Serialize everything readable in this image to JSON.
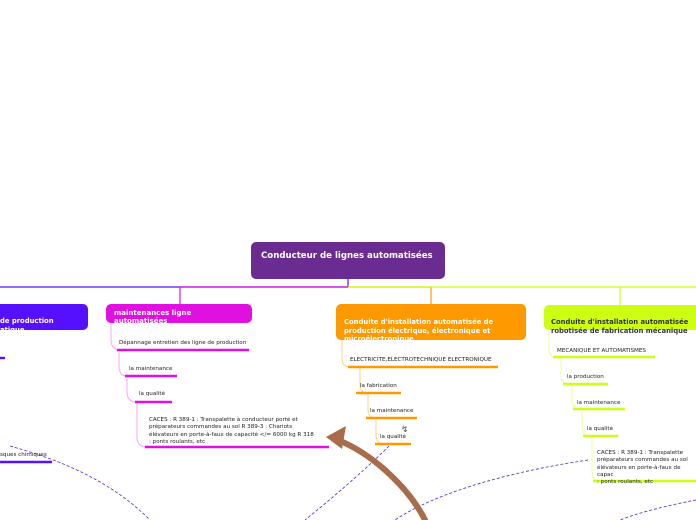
{
  "colors": {
    "root": "#6a2c91",
    "blue_branch": "#5511ff",
    "magenta_branch": "#e010e0",
    "orange_branch": "#ff9900",
    "lime_branch": "#ccff11",
    "arrow": "#a86c4b"
  },
  "root": {
    "title": "Conducteur de lignes automatisées"
  },
  "branches": {
    "blue": {
      "title": "de  production\natique",
      "child_chimiques": "sques chimiques"
    },
    "magenta": {
      "title": "maintenances ligne automatisées",
      "child_depannage": "Dépannage entretien des ligne de production",
      "child_maintenance": "la maintenance",
      "child_qualite": "la qualité",
      "child_caces": "CACES :        R 389-1 : Transpalette à conducteur porté et\npréparateurs commandes au sol             R 389-3 : Chariots\nélévateurs en porte-à-faux de capacité </= 6000 kg      R 318\n: ponts roulants, etc"
    },
    "orange": {
      "title": "Conduite  d'installation automatisée   de\nproduction électrique,    électronique   et\nmicroélectronique",
      "child_elec": "ELECTRICITE,ELECTROTECHNIQUE ELECTRONIQUE",
      "child_fabrication": "la fabrication",
      "child_maintenance": "la maintenance",
      "child_qualite": "la qualité"
    },
    "lime": {
      "title": "Conduite  d'installation automatisée\nrobotisée  de fabrication mécanique",
      "child_mecanique": "MECANIQUE  ET AUTOMATISMES",
      "child_production": "la production",
      "child_maintenance": "la maintenance",
      "child_qualite": "la qualité",
      "child_caces": "CACES :        R 389-1 : Transpalette\npréparateurs commandes au sol\nélévateurs en porte-à-faux de capac\n: ponts roulants, etc"
    }
  }
}
